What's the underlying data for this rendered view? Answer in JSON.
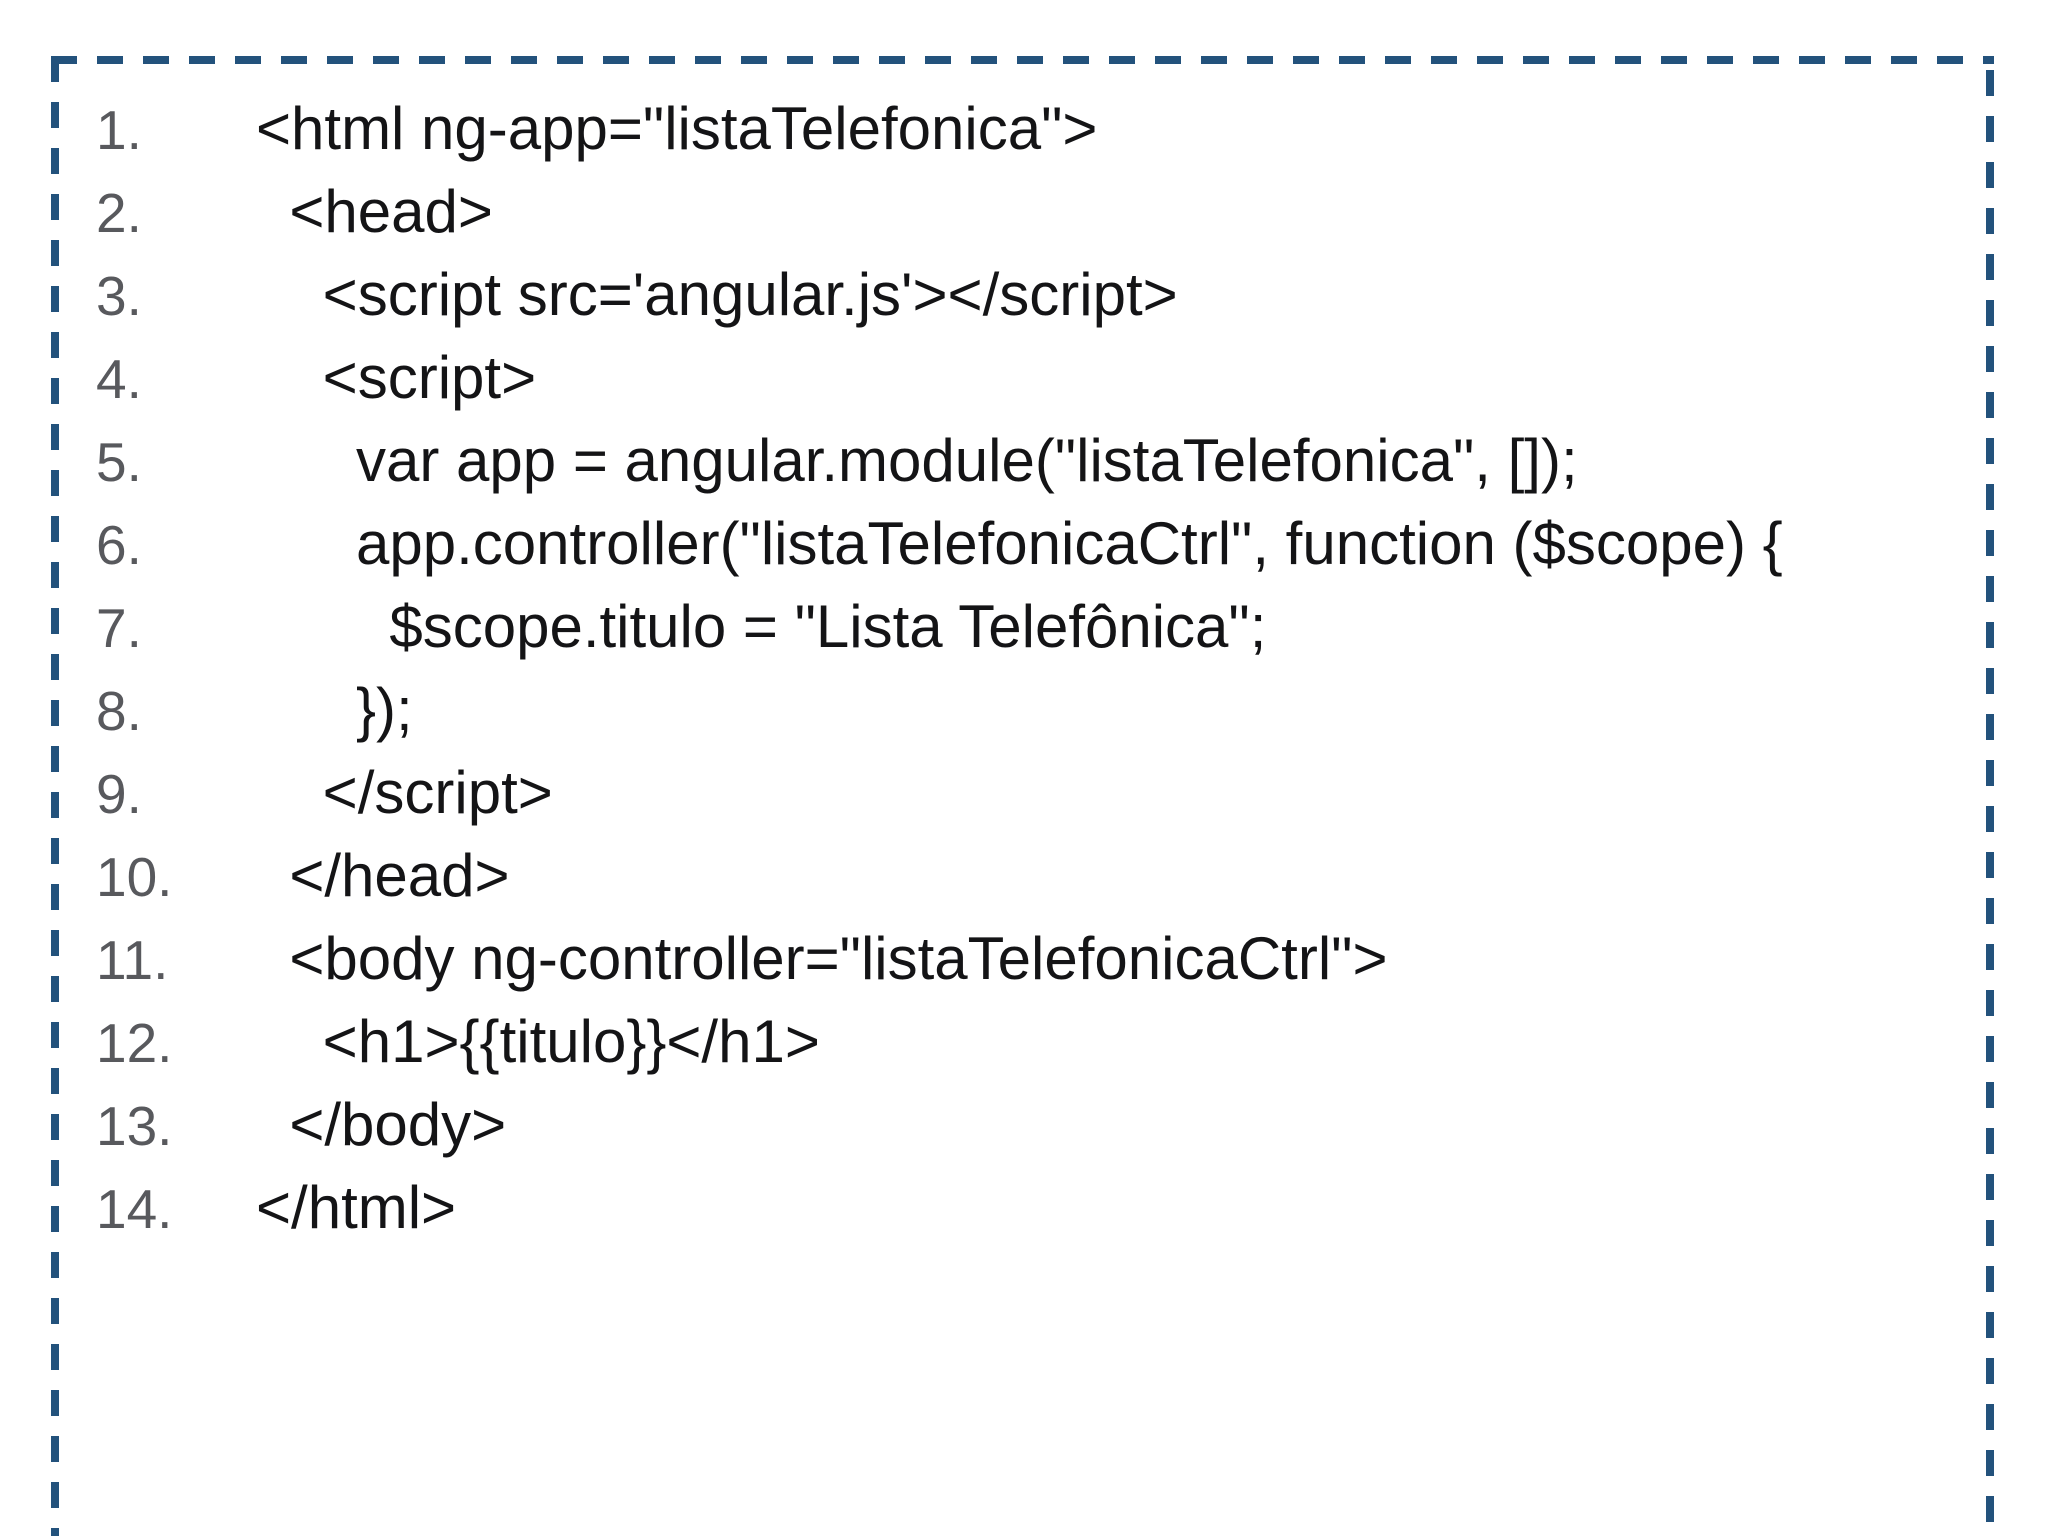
{
  "page": {
    "background_color": "#ffffff"
  },
  "code_block": {
    "border_color": "#23527c",
    "line_number_color": "#58595d",
    "code_text_color": "#141416",
    "language": "html-angularjs",
    "lines": [
      {
        "num": "1.",
        "text": "<html ng-app=\"listaTelefonica\">"
      },
      {
        "num": "2.",
        "text": "  <head>"
      },
      {
        "num": "3.",
        "text": "    <script src='angular.js'></script>"
      },
      {
        "num": "4.",
        "text": "    <script>"
      },
      {
        "num": "5.",
        "text": "      var app = angular.module(\"listaTelefonica\", []);"
      },
      {
        "num": "6.",
        "text": "      app.controller(\"listaTelefonicaCtrl\", function ($scope) {"
      },
      {
        "num": "7.",
        "text": "        $scope.titulo = \"Lista Telefônica\";"
      },
      {
        "num": "8.",
        "text": "      });"
      },
      {
        "num": "9.",
        "text": "    </script>"
      },
      {
        "num": "10.",
        "text": "  </head>"
      },
      {
        "num": "11.",
        "text": "  <body ng-controller=\"listaTelefonicaCtrl\">"
      },
      {
        "num": "12.",
        "text": "    <h1>{{titulo}}</h1>"
      },
      {
        "num": "13.",
        "text": "  </body>"
      },
      {
        "num": "14.",
        "text": "</html>"
      }
    ]
  }
}
